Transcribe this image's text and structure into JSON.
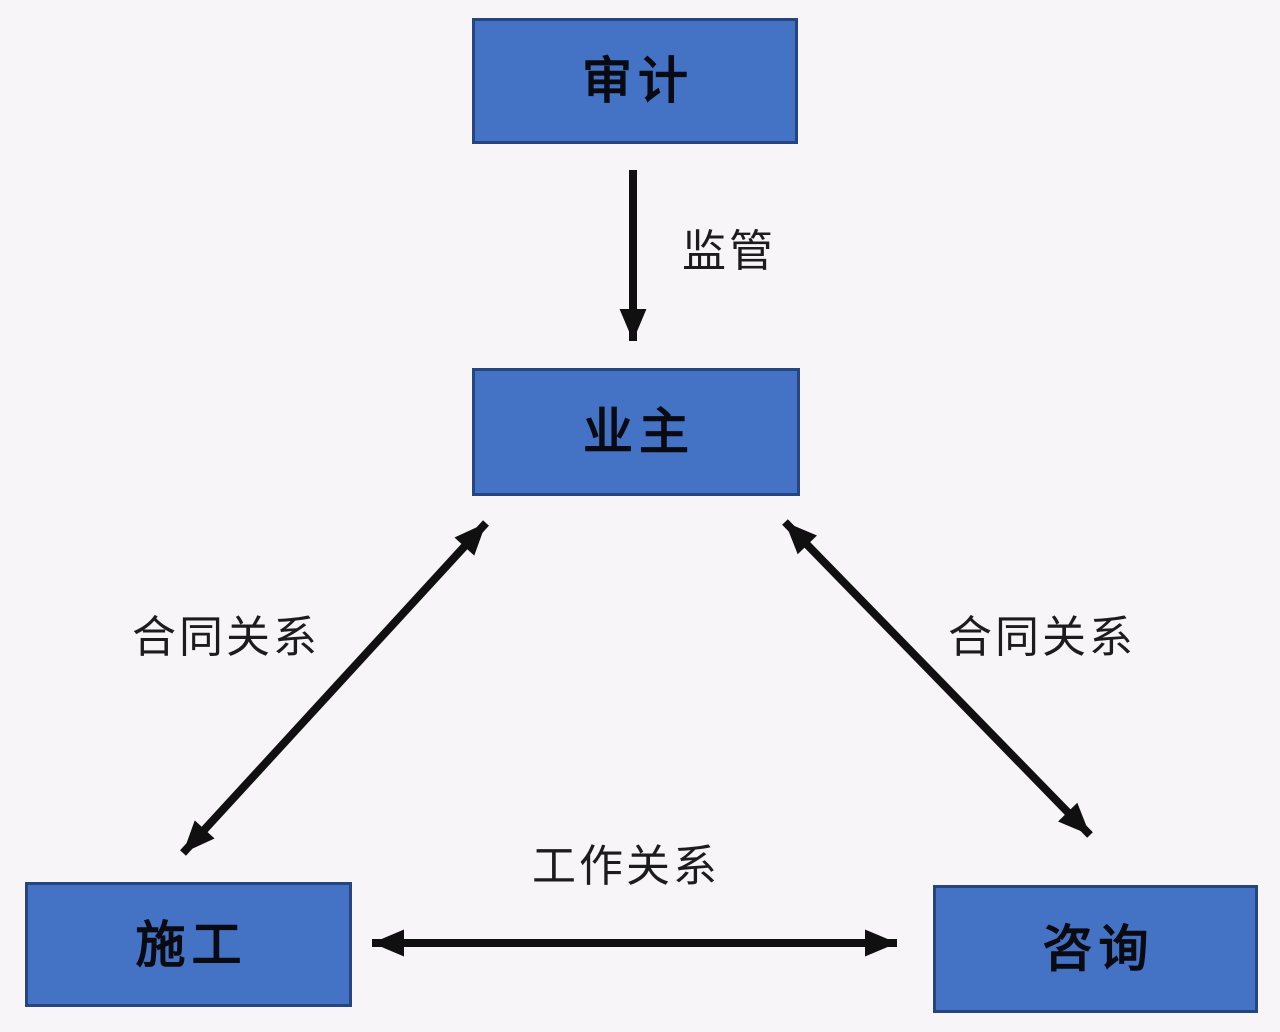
{
  "diagram": {
    "title": "audit-owner-construction-consulting relationship diagram",
    "colors": {
      "background": "#f7f5f8",
      "node_fill": "#4473c5",
      "node_border": "#24457d",
      "arrow": "#101010"
    },
    "nodes": [
      {
        "id": "audit",
        "label": "审计"
      },
      {
        "id": "owner",
        "label": "业主"
      },
      {
        "id": "construction",
        "label": "施工"
      },
      {
        "id": "consulting",
        "label": "咨询"
      }
    ],
    "edges": [
      {
        "from": "audit",
        "to": "owner",
        "label": "监管",
        "direction": "one-way-down"
      },
      {
        "from": "owner",
        "to": "construction",
        "label": "合同关系",
        "direction": "two-way"
      },
      {
        "from": "owner",
        "to": "consulting",
        "label": "合同关系",
        "direction": "two-way"
      },
      {
        "from": "construction",
        "to": "consulting",
        "label": "工作关系",
        "direction": "two-way"
      }
    ]
  }
}
